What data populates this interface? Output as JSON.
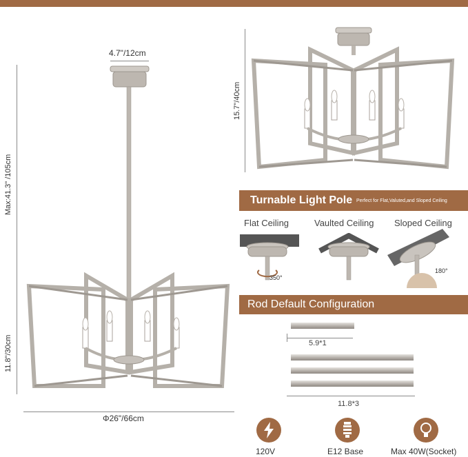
{
  "dimensions": {
    "canopy_width": "4.7\"/12cm",
    "max_height": "Max:41.3\" /105cm",
    "body_height": "11.8\"/30cm",
    "diameter": "Φ26\"/66cm",
    "flush_height": "15.7\"/40cm"
  },
  "turnable": {
    "title": "Turnable Light Pole",
    "subtitle": "Perfect for Flat,Valuted,and Sloped Ceiling",
    "options": [
      {
        "label": "Flat Ceiling",
        "angle": "350°"
      },
      {
        "label": "Vaulted Ceiling"
      },
      {
        "label": "Sloped Ceiling",
        "angle": "180°"
      }
    ]
  },
  "rods": {
    "title": "Rod Default Configuration",
    "short_label": "5.9*1",
    "long_label": "11.8*3"
  },
  "specs": [
    {
      "icon": "lightning-icon",
      "label": "120V"
    },
    {
      "icon": "bulb-base-icon",
      "label": "E12 Base"
    },
    {
      "icon": "bulb-icon",
      "label": "Max 40W(Socket)"
    }
  ],
  "colors": {
    "accent": "#a06a44",
    "metal": "#b9b4ae"
  }
}
